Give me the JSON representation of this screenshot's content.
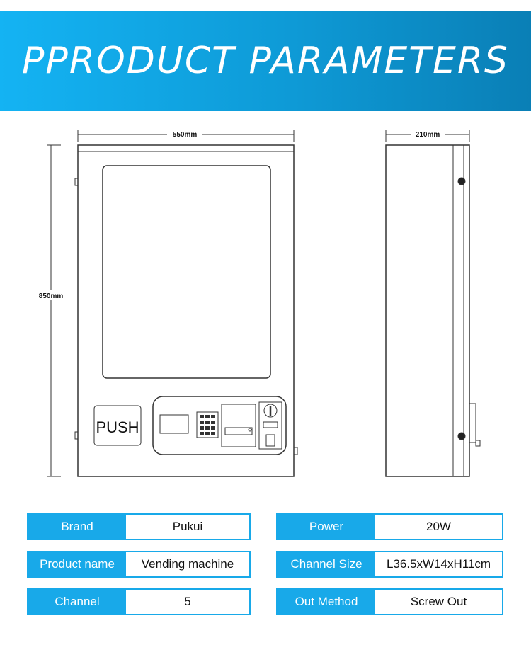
{
  "banner": {
    "title": "PPRODUCT PARAMETERS"
  },
  "dimensions": {
    "width": "550mm",
    "height": "850mm",
    "depth": "210mm"
  },
  "machine": {
    "push_label": "PUSH"
  },
  "params": [
    {
      "key": "Brand",
      "value": "Pukui"
    },
    {
      "key": "Product name",
      "value": "Vending machine"
    },
    {
      "key": "Channel",
      "value": "5"
    },
    {
      "key": "Power",
      "value": "20W"
    },
    {
      "key": "Channel Size",
      "value": "L36.5xW14xH11cm"
    },
    {
      "key": "Out Method",
      "value": "Screw Out"
    }
  ],
  "colors": {
    "accent": "#18a9e9",
    "banner_start": "#14b3f3",
    "banner_end": "#0a7fb6"
  }
}
